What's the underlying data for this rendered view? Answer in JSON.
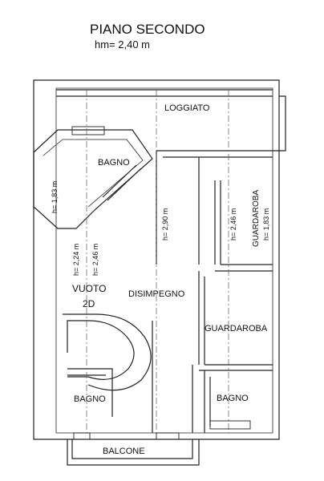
{
  "title": "PIANO SECONDO",
  "subtitle": "hm= 2,40 m",
  "rooms": {
    "loggiato": "LOGGIATO",
    "bagno_top": "BAGNO",
    "guardaroba_vertical": "GUARDAROBA",
    "vuoto_line1": "VUOTO",
    "vuoto_line2": "2D",
    "disimpegno": "DISIMPEGNO",
    "guardaroba_right": "GUARDAROBA",
    "bagno_bottom_left": "BAGNO",
    "bagno_bottom_right": "BAGNO",
    "balcone": "BALCONE"
  },
  "heights": {
    "h_left": "h= 1,83 m",
    "h_center": "h= 2,90 m",
    "h_mid_right": "h= 2,46 m",
    "h_right": "h= 1,83 m",
    "h_stair_a": "h= 2,24 m",
    "h_stair_b": "h= 2,46 m"
  }
}
